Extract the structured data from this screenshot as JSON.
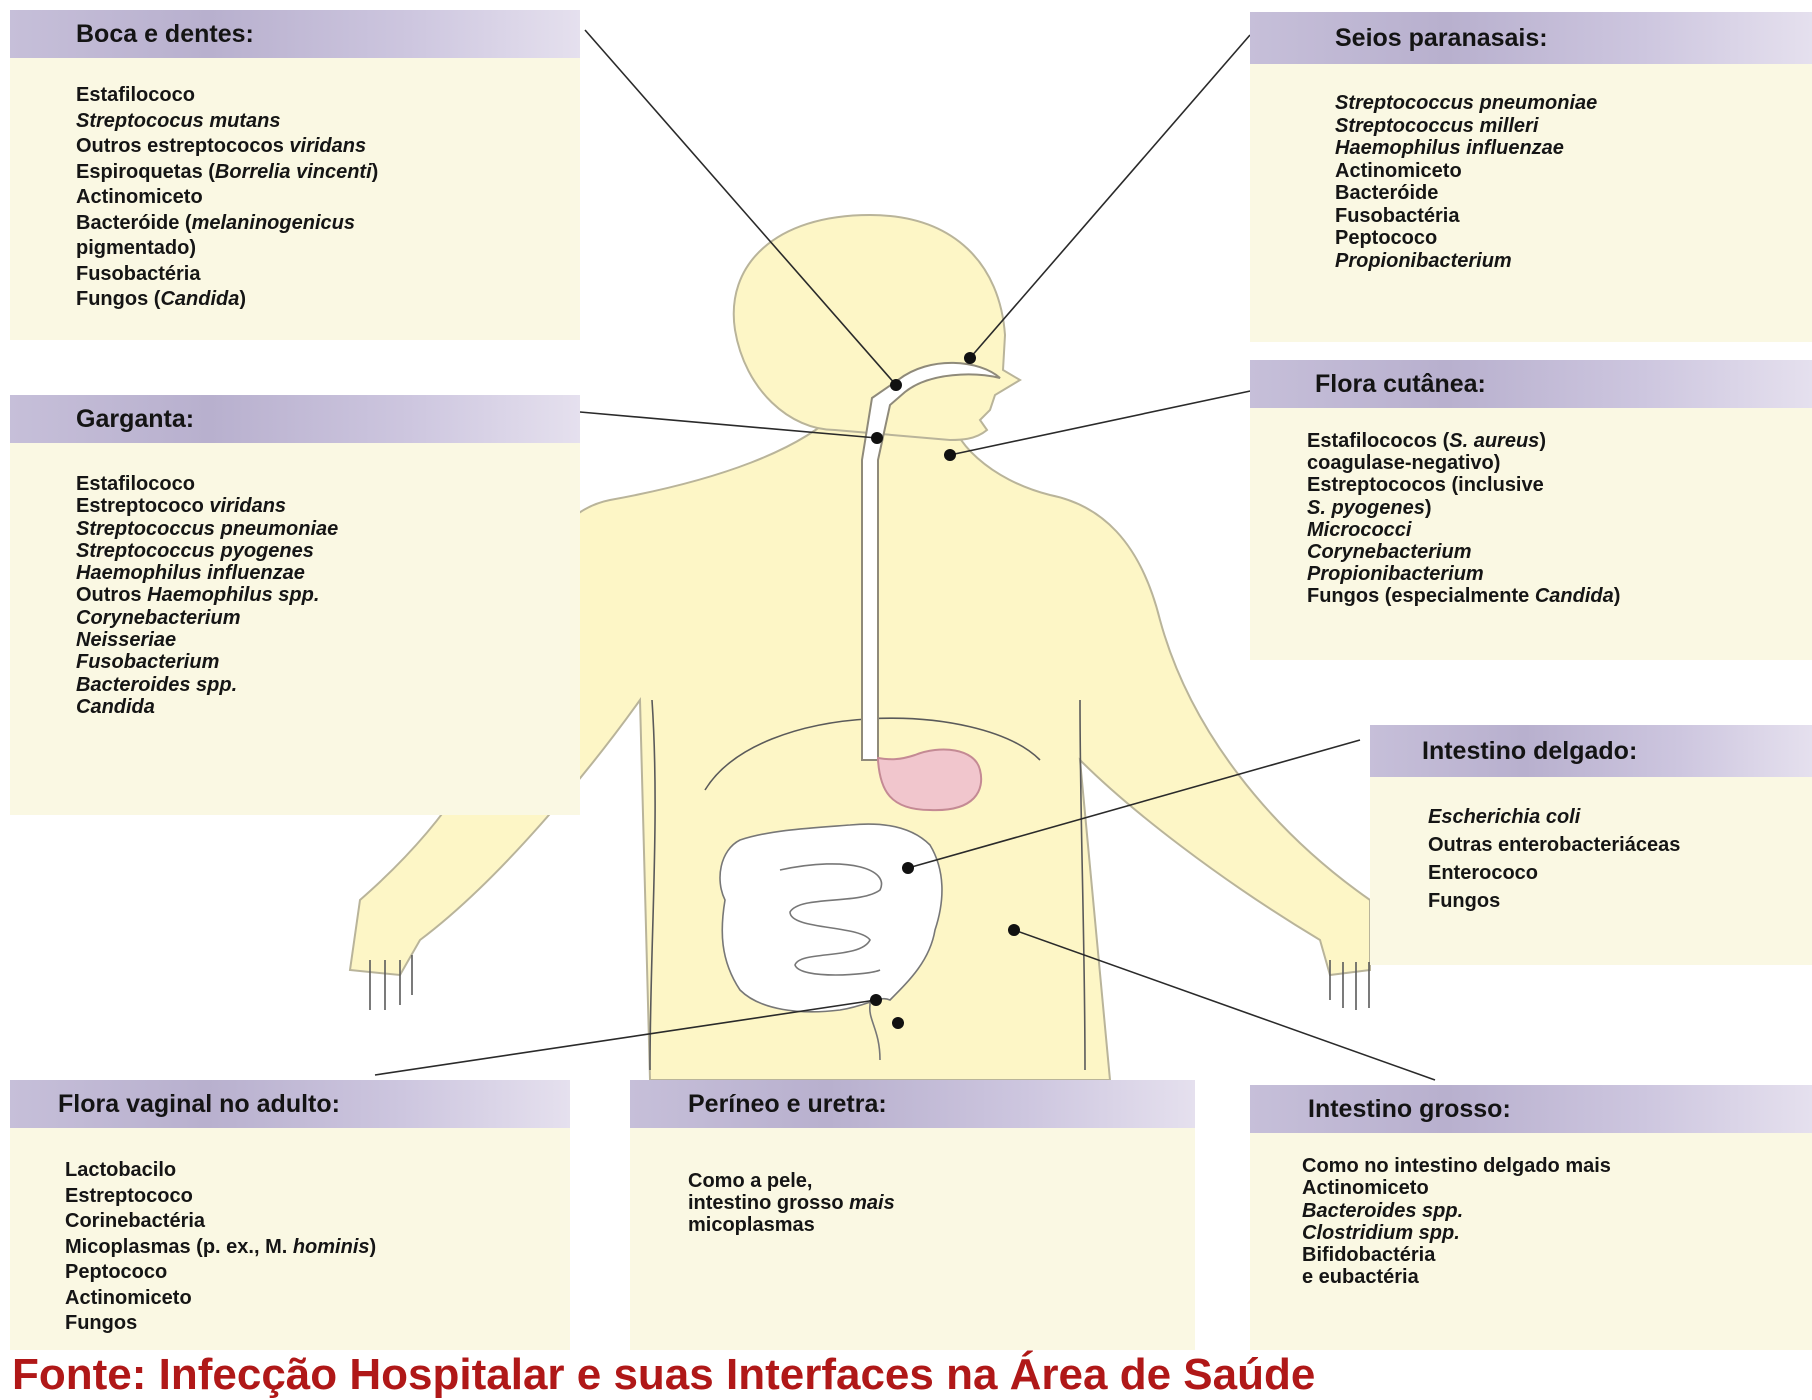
{
  "boxes": {
    "boca": {
      "title": "Boca e dentes:",
      "items": [
        [
          {
            "t": "Estafilococo"
          }
        ],
        [
          {
            "t": "Streptococus mutans",
            "i": true
          }
        ],
        [
          {
            "t": "Outros estreptococos "
          },
          {
            "t": "viridans",
            "i": true
          }
        ],
        [
          {
            "t": "Espiroquetas ("
          },
          {
            "t": "Borrelia vincenti",
            "i": true
          },
          {
            "t": ")"
          }
        ],
        [
          {
            "t": "Actinomiceto"
          }
        ],
        [
          {
            "t": "Bacteróide ("
          },
          {
            "t": "melaninogenicus",
            "i": true
          }
        ],
        [
          {
            "t": "pigmentado)"
          }
        ],
        [
          {
            "t": "Fusobactéria"
          }
        ],
        [
          {
            "t": "Fungos ("
          },
          {
            "t": "Candida",
            "i": true
          },
          {
            "t": ")"
          }
        ]
      ]
    },
    "seios": {
      "title": "Seios paranasais:",
      "items": [
        [
          {
            "t": "Streptococcus pneumoniae",
            "i": true
          }
        ],
        [
          {
            "t": "Streptococcus milleri",
            "i": true
          }
        ],
        [
          {
            "t": "Haemophilus influenzae",
            "i": true
          }
        ],
        [
          {
            "t": "Actinomiceto"
          }
        ],
        [
          {
            "t": "Bacteróide"
          }
        ],
        [
          {
            "t": "Fusobactéria"
          }
        ],
        [
          {
            "t": "Peptococo"
          }
        ],
        [
          {
            "t": "Propionibacterium",
            "i": true
          }
        ]
      ]
    },
    "garganta": {
      "title": "Garganta:",
      "items": [
        [
          {
            "t": "Estafilococo"
          }
        ],
        [
          {
            "t": "Estreptococo "
          },
          {
            "t": "viridans",
            "i": true
          }
        ],
        [
          {
            "t": "Streptococcus pneumoniae",
            "i": true
          }
        ],
        [
          {
            "t": "Streptococcus pyogenes",
            "i": true
          }
        ],
        [
          {
            "t": "Haemophilus influenzae",
            "i": true
          }
        ],
        [
          {
            "t": "Outros "
          },
          {
            "t": "Haemophilus spp.",
            "i": true
          }
        ],
        [
          {
            "t": "Corynebacterium",
            "i": true
          }
        ],
        [
          {
            "t": "Neisseriae",
            "i": true
          }
        ],
        [
          {
            "t": "Fusobacterium",
            "i": true
          }
        ],
        [
          {
            "t": "Bacteroides spp.",
            "i": true
          }
        ],
        [
          {
            "t": "Candida",
            "i": true
          }
        ]
      ]
    },
    "cutanea": {
      "title": "Flora cutânea:",
      "items": [
        [
          {
            "t": "Estafilococos ("
          },
          {
            "t": "S. aureus",
            "i": true
          },
          {
            "t": ")"
          }
        ],
        [
          {
            "t": "coagulase-negativo)"
          }
        ],
        [
          {
            "t": "Estreptococos (inclusive"
          }
        ],
        [
          {
            "t": "S. pyogenes",
            "i": true
          },
          {
            "t": ")"
          }
        ],
        [
          {
            "t": "Micrococci",
            "i": true
          }
        ],
        [
          {
            "t": "Corynebacterium",
            "i": true
          }
        ],
        [
          {
            "t": "Propionibacterium",
            "i": true
          }
        ],
        [
          {
            "t": "Fungos (especialmente "
          },
          {
            "t": "Candida",
            "i": true
          },
          {
            "t": ")"
          }
        ]
      ]
    },
    "delgado": {
      "title": "Intestino delgado:",
      "items": [
        [
          {
            "t": "Escherichia coli",
            "i": true
          }
        ],
        [
          {
            "t": "Outras enterobacteriáceas"
          }
        ],
        [
          {
            "t": "Enterococo"
          }
        ],
        [
          {
            "t": "Fungos"
          }
        ]
      ]
    },
    "vaginal": {
      "title": "Flora vaginal no adulto:",
      "items": [
        [
          {
            "t": "Lactobacilo"
          }
        ],
        [
          {
            "t": "Estreptococo"
          }
        ],
        [
          {
            "t": "Corinebactéria"
          }
        ],
        [
          {
            "t": "Micoplasmas  (p. ex., M. "
          },
          {
            "t": "hominis",
            "i": true
          },
          {
            "t": ")"
          }
        ],
        [
          {
            "t": "Peptococo"
          }
        ],
        [
          {
            "t": "Actinomiceto"
          }
        ],
        [
          {
            "t": "Fungos"
          }
        ]
      ]
    },
    "perineo": {
      "title": "Períneo e uretra:",
      "items": [
        [
          {
            "t": "Como a pele,"
          }
        ],
        [
          {
            "t": "intestino grosso "
          },
          {
            "t": "mais",
            "i": true
          }
        ],
        [
          {
            "t": "micoplasmas"
          }
        ]
      ]
    },
    "grosso": {
      "title": "Intestino grosso:",
      "items": [
        [
          {
            "t": "Como no intestino delgado mais"
          }
        ],
        [
          {
            "t": "Actinomiceto"
          }
        ],
        [
          {
            "t": "Bacteroides spp.",
            "i": true
          }
        ],
        [
          {
            "t": "Clostridium spp.",
            "i": true
          }
        ],
        [
          {
            "t": "Bifidobactéria"
          }
        ],
        [
          {
            "t": "e eubactéria"
          }
        ]
      ]
    }
  },
  "footer": {
    "text": "Fonte: Infecção Hospitalar e suas Interfaces na Área de Saúde"
  },
  "colors": {
    "body_fill": "#fdf6c6",
    "body_outline": "#b9b49a",
    "stomach_fill": "#f1c6cd",
    "leader_line": "#2a2a2a",
    "header_band": "#bcb4d2",
    "panel_fill": "#faf8e3",
    "footer_text": "#b01818"
  }
}
